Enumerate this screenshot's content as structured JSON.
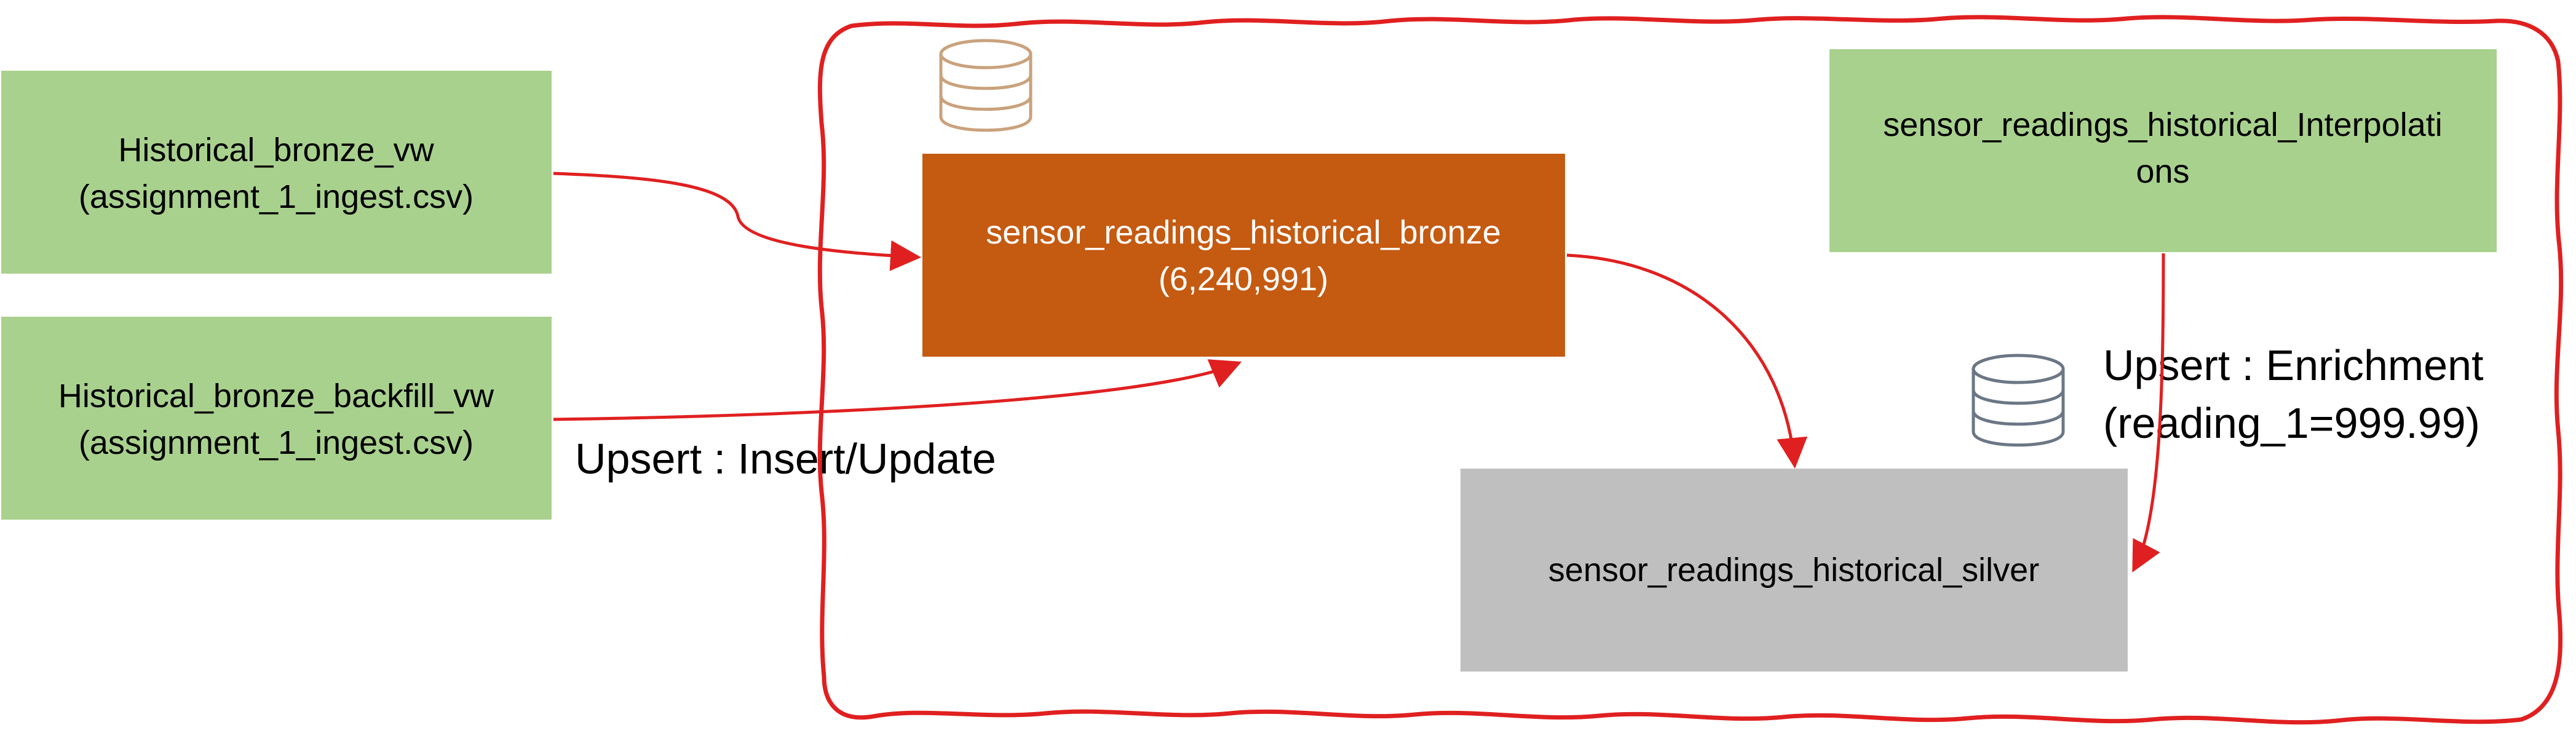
{
  "colors": {
    "green_box": "#a9d18e",
    "bronze_box": "#c55a11",
    "silver_box": "#bfbfbf",
    "boundary": "#e02020",
    "arrow": "#e02020",
    "db_bronze_icon": "#c9a27c",
    "db_silver_icon": "#6b7785",
    "dark_text": "#000000",
    "light_text": "#ffffff"
  },
  "boxes": {
    "historical_bronze_vw": {
      "line1": "Historical_bronze_vw",
      "line2": "(assignment_1_ingest.csv)"
    },
    "historical_bronze_backfill_vw": {
      "line1": "Historical_bronze_backfill_vw",
      "line2": "(assignment_1_ingest.csv)"
    },
    "bronze_table": {
      "line1": "sensor_readings_historical_bronze",
      "line2": "(6,240,991)"
    },
    "interpolations": {
      "line1": "sensor_readings_historical_Interpolati",
      "line2": "ons"
    },
    "silver_table": {
      "line1": "sensor_readings_historical_silver"
    }
  },
  "labels": {
    "upsert_insert_update": "Upsert : Insert/Update",
    "upsert_enrichment_line1": "Upsert : Enrichment",
    "upsert_enrichment_line2": "(reading_1=999.99)"
  },
  "icons": {
    "bronze_db": "database-icon",
    "silver_db": "database-icon"
  }
}
